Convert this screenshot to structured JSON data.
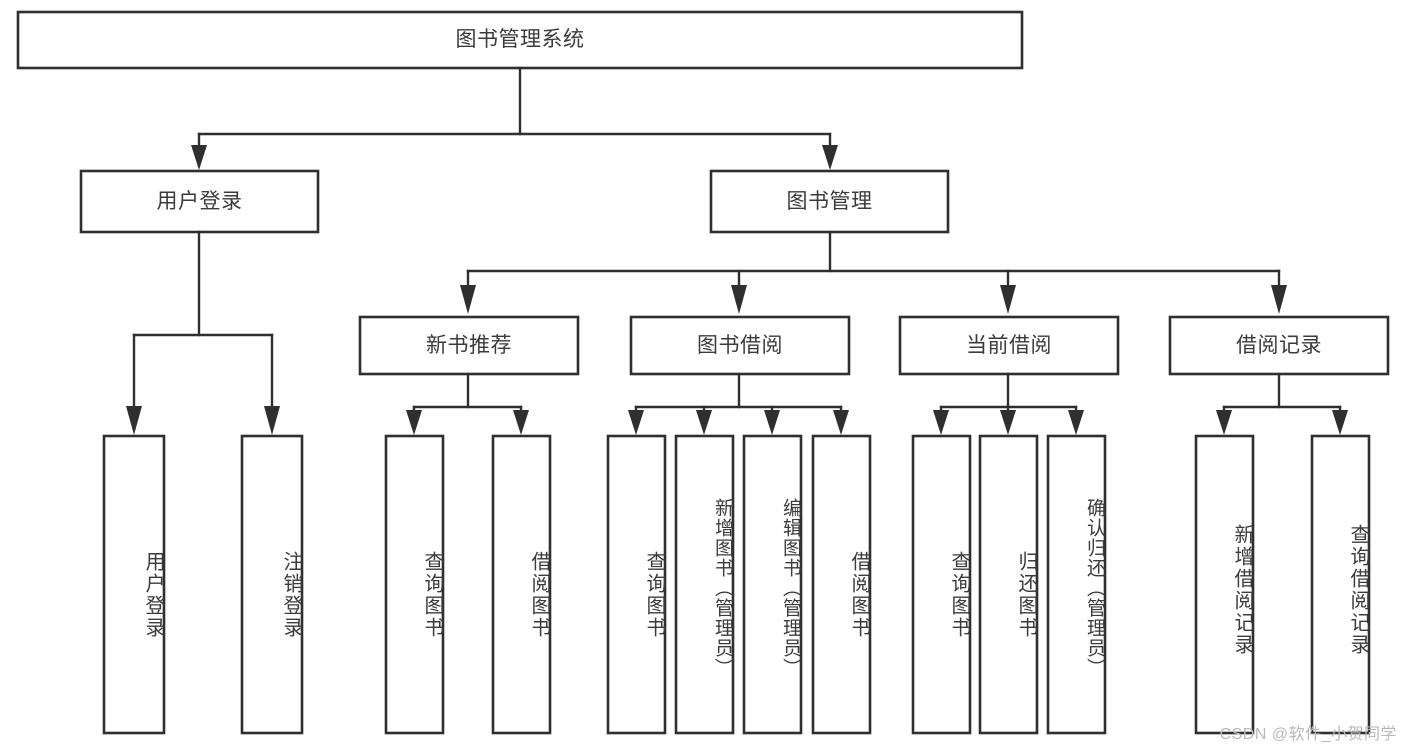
{
  "diagram": {
    "title": "图书管理系统",
    "type": "tree",
    "watermark": "CSDN @软件_小贺同学",
    "colors": {
      "stroke": "#2f2f2f",
      "fill": "#ffffff",
      "text": "#3b3b3b",
      "watermark": "#b9b9b9"
    },
    "nodes": {
      "root": "图书管理系统",
      "level2": {
        "user_login": "用户登录",
        "book_manage": "图书管理"
      },
      "level3": {
        "new_book_rec": "新书推荐",
        "book_borrow": "图书借阅",
        "current_borrow": "当前借阅",
        "borrow_record": "借阅记录"
      },
      "leaves": {
        "user_login_1": "用户登录",
        "user_login_2": "注销登录",
        "new_book_1": "查询图书",
        "new_book_2": "借阅图书",
        "borrow_1": "查询图书",
        "borrow_2": "新增图书（管理员）",
        "borrow_3": "编辑图书（管理员）",
        "borrow_4": "借阅图书",
        "current_1": "查询图书",
        "current_2": "归还图书",
        "current_3": "确认归还（管理员）",
        "record_1": "新增借阅记录",
        "record_2": "查询借阅记录"
      }
    }
  }
}
